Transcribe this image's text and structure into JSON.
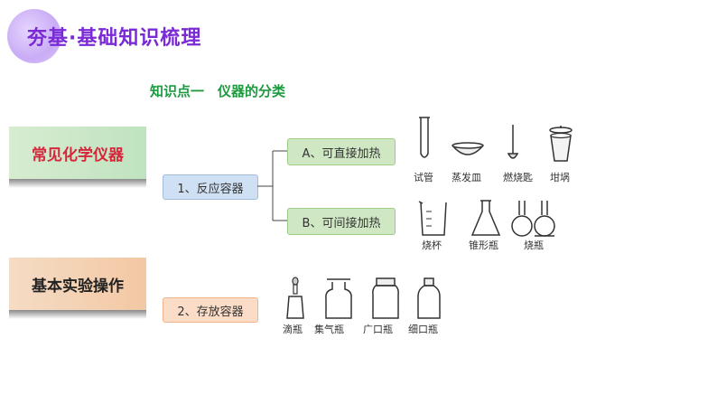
{
  "header": {
    "title": "夯基·基础知识梳理"
  },
  "knowledge_point": "知识点一　仪器的分类",
  "categories": [
    {
      "label": "常见化学仪器"
    },
    {
      "label": "基本实验操作"
    }
  ],
  "groups": {
    "reaction": "1、反应容器",
    "storage": "2、存放容器",
    "direct": "A、可直接加热",
    "indirect": "B、可间接加热"
  },
  "instruments": {
    "test_tube": "试管",
    "evap_dish": "蒸发皿",
    "spoon": "燃烧匙",
    "crucible": "坩埚",
    "beaker": "烧杯",
    "conical": "锥形瓶",
    "flask": "烧瓶",
    "dropper": "滴瓶",
    "gas_jar": "集气瓶",
    "wide": "广口瓶",
    "narrow": "细口瓶"
  }
}
